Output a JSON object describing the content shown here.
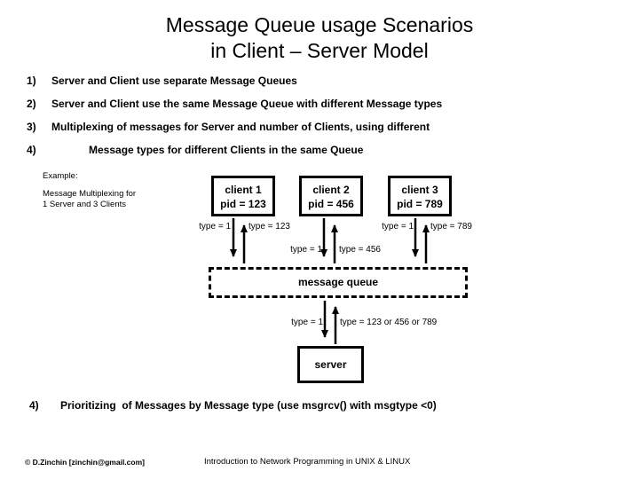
{
  "title": {
    "line1": "Message Queue usage Scenarios",
    "line2": "in Client – Server Model"
  },
  "list": [
    {
      "num": "1)",
      "text": "Server and Client use separate Message Queues"
    },
    {
      "num": "2)",
      "text": "Server and Client use the same Message Queue with different Message types"
    },
    {
      "num": "3)",
      "text": "Multiplexing of messages for Server and number of Clients, using different"
    },
    {
      "num": "4)",
      "text": "Message types for different Clients in the same Queue"
    }
  ],
  "example": {
    "heading": "Example:",
    "caption_line1": "Message Multiplexing for",
    "caption_line2": "1 Server and 3 Clients"
  },
  "diagram": {
    "clients": [
      {
        "name": "client 1",
        "pid": "pid = 123",
        "down_label": "type = 1",
        "up_label": "type = 123"
      },
      {
        "name": "client 2",
        "pid": "pid = 456",
        "down_label": "type = 1",
        "up_label": "type = 456"
      },
      {
        "name": "client 3",
        "pid": "pid = 789",
        "down_label": "type = 1",
        "up_label": "type = 789"
      }
    ],
    "queue_label": "message queue",
    "server_label": "server",
    "server_down_label": "type = 1",
    "server_up_label": "type = 123 or 456 or 789"
  },
  "bottom_item": {
    "num": "4)",
    "text": "Prioritizing  of Messages by Message type (use msgrcv() with msgtype <0)"
  },
  "footer": {
    "copyright": "© D.Zinchin [zinchin@gmail.com]",
    "center": "Introduction to Network Programming in UNIX & LINUX"
  },
  "colors": {
    "background": "#ffffff",
    "text": "#000000"
  }
}
